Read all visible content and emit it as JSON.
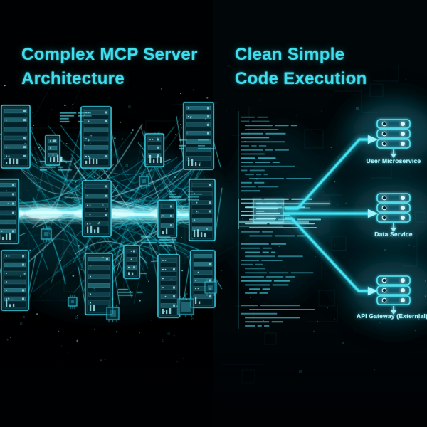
{
  "left_panel": {
    "title_line1": "Complex MCP Server",
    "title_line2": "Architecture"
  },
  "right_panel": {
    "title_line1": "Clean Simple",
    "title_line2": "Code Execution",
    "services": [
      {
        "label": "User Microservice"
      },
      {
        "label": "Data Service"
      },
      {
        "label": "API Gateway (Externial)"
      }
    ]
  },
  "colors": {
    "background": "#000103",
    "title_text": "#3edeee",
    "diagram_accent": "#40dff0",
    "diagram_bright": "#aef7ff",
    "service_label_text": "#a7f2fa",
    "code_text": "#35c2d6"
  }
}
